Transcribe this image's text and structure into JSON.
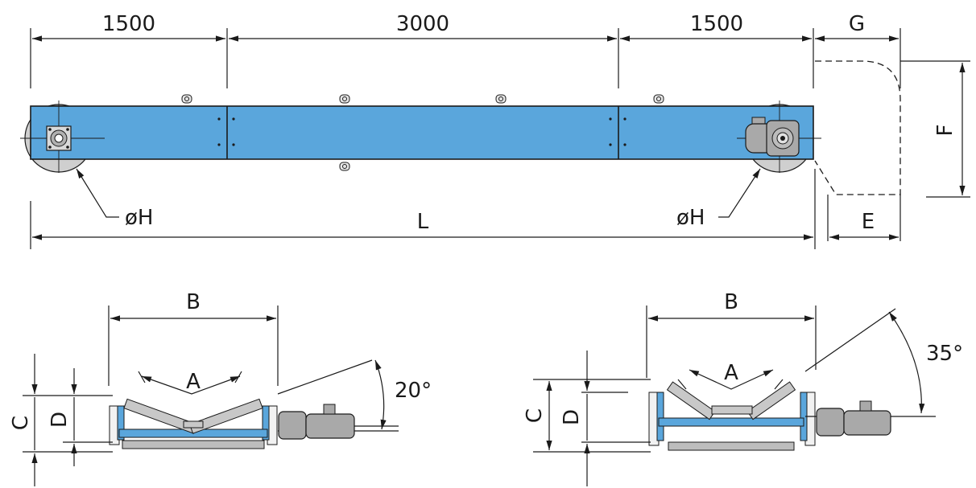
{
  "drawing": {
    "dims": {
      "seg1": "1500",
      "seg2": "3000",
      "seg3": "1500",
      "g": "G",
      "f": "F",
      "e": "E",
      "l": "L",
      "h_left": "øH",
      "h_right": "øH",
      "b_left": "B",
      "a_left": "A",
      "c_left": "C",
      "d_left": "D",
      "angle_left": "20°",
      "b_right": "B",
      "a_right": "A",
      "c_right": "C",
      "d_right": "D",
      "angle_right": "35°"
    },
    "colors": {
      "frame": "#5aa6dc",
      "motor": "#a9a9a9",
      "line": "#1a1a1a"
    }
  }
}
